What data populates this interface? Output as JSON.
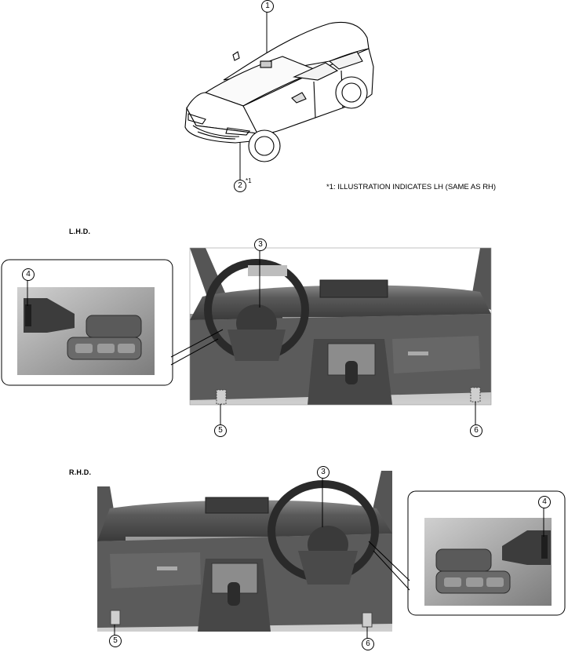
{
  "top": {
    "callout_1": "1",
    "callout_2": "2",
    "footnote_marker": "*1",
    "footnote": "*1: ILLUSTRATION INDICATES LH (SAME AS RH)"
  },
  "lhd": {
    "label": "L.H.D.",
    "callout_3": "3",
    "callout_4": "4",
    "callout_5": "5",
    "callout_6": "6"
  },
  "rhd": {
    "label": "R.H.D.",
    "callout_3": "3",
    "callout_4": "4",
    "callout_5": "5",
    "callout_6": "6"
  },
  "colors": {
    "line": "#000000",
    "dash_dark": "#3a3a3a",
    "dash_mid": "#7a7a7a",
    "dash_light": "#b5b5b5",
    "panel_bg": "#d9d9d9"
  },
  "icons": [
    "vehicle-illustration",
    "dashboard-lhd-photo",
    "dashboard-rhd-photo",
    "steering-switch-closeup"
  ]
}
